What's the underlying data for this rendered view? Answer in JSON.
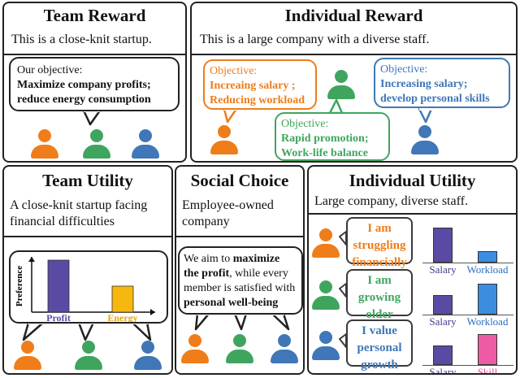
{
  "team_reward": {
    "title": "Team Reward",
    "description": "This is a close-knit startup.",
    "bubble_intro": "Our objective:",
    "bubble_bold": "Maximize company profits; reduce energy consumption"
  },
  "individual_reward": {
    "title": "Individual Reward",
    "description": "This is a large company with a diverse staff.",
    "objective_label": "Objective:",
    "objective_orange": "Increaing salary ; Reducing workload",
    "objective_green": "Rapid promotion; Work-life balance",
    "objective_blue": "Increasing salary; develop personal skills"
  },
  "team_utility": {
    "title": "Team Utility",
    "description": "A close-knit startup facing financial difficulties",
    "chart_ylabel": "Preference",
    "bar_labels": [
      "Profit",
      "Energy"
    ]
  },
  "social_choice": {
    "title": "Social Choice",
    "description": "Employee-owned company",
    "bubble_text_1": "We aim to ",
    "bubble_bold_1": "maximize the profit",
    "bubble_text_2": ", while every member is satisfied with ",
    "bubble_bold_2": "personal well-being"
  },
  "individual_utility": {
    "title": "Individual Utility",
    "description": "Large company, diverse staff.",
    "rows": [
      {
        "statement": "I am struggling financially",
        "labels": [
          "Salary",
          "Workload"
        ]
      },
      {
        "statement": "I am growing older",
        "labels": [
          "Salary",
          "Workload"
        ]
      },
      {
        "statement": "I value personal growth",
        "labels": [
          "Salary",
          "Skill"
        ]
      }
    ]
  },
  "colors": {
    "orange": "#ef7d1a",
    "green": "#3fa55e",
    "blue": "#3f77b8",
    "purple": "#5b4aa3",
    "yellow": "#f6b80f",
    "sky": "#3c8de0",
    "pink": "#ef5aa6"
  },
  "chart_data": [
    {
      "type": "bar",
      "categories": [
        "Profit",
        "Energy"
      ],
      "values": [
        1.0,
        0.5
      ],
      "ylabel": "Preference"
    },
    {
      "type": "bar",
      "categories": [
        "Salary",
        "Workload"
      ],
      "values": [
        0.9,
        0.3
      ]
    },
    {
      "type": "bar",
      "categories": [
        "Salary",
        "Workload"
      ],
      "values": [
        0.5,
        0.8
      ]
    },
    {
      "type": "bar",
      "categories": [
        "Salary",
        "Skill"
      ],
      "values": [
        0.5,
        0.8
      ]
    }
  ]
}
